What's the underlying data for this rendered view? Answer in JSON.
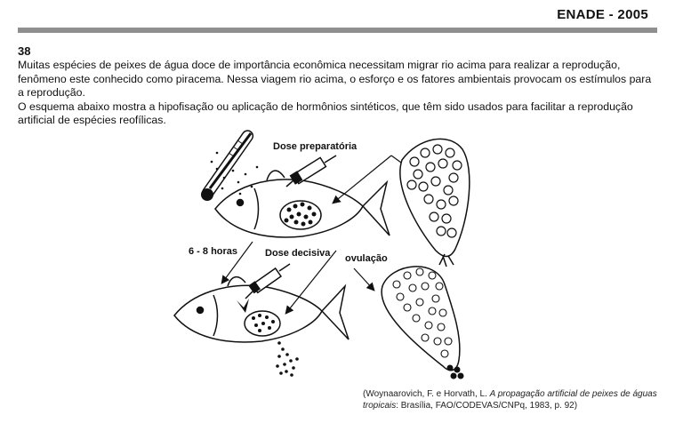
{
  "header": {
    "exam_title": "ENADE - 2005"
  },
  "question": {
    "number": "38",
    "paragraph_1": "Muitas espécies de peixes de água doce de importância econômica necessitam migrar rio acima para realizar a reprodução, fenômeno este conhecido como piracema. Nessa viagem rio acima, o esforço e os fatores ambientais provocam os estímulos para a reprodução.",
    "paragraph_2": "O esquema abaixo mostra a hipofisação ou aplicação de hormônios sintéticos, que têm sido usados para facilitar a reprodução artificial de espécies reofílicas."
  },
  "figure": {
    "label_dose_preparatoria": "Dose preparatória",
    "label_interval": "6 - 8 horas",
    "label_dose_decisiva": "Dose decisiva",
    "label_ovulacao": "ovulação"
  },
  "citation": {
    "open": "(Woynaarovich, F. e Horvath, L. ",
    "title": "A propagação artificial de peixes de águas tropicais",
    "rest": ": Brasília, FAO/CODEVAS/CNPq, 1983, p. 92)"
  }
}
